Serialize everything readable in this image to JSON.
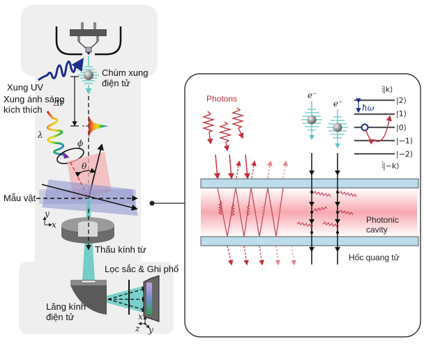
{
  "left_panel": {
    "labels": {
      "uv_pulse": "Xung UV",
      "electron_pulse_line1": "Chùm xung",
      "electron_pulse_line2": "điện tử",
      "excitation_line1": "Xung ánh sáng",
      "excitation_line2": "kích thích",
      "delta_t": "Δt",
      "lambda": "λ",
      "phi": "ϕ",
      "theta": "θ",
      "sample": "Mẫu vật",
      "axis_y": "y",
      "axis_x": "x",
      "magnetic_lens": "Thấu kính từ",
      "filter_spectrum": "Lọc sắc & Ghi phổ",
      "prism_line1": "Lăng kính",
      "prism_line2": "điện tử",
      "det_axis_x": "x",
      "det_axis_z": "z",
      "det_axis_y": "y"
    }
  },
  "right_panel": {
    "labels": {
      "photons": "Photons",
      "electron1": "e⁻",
      "electron2": "e⁻",
      "hbar_omega": "ħω",
      "cavity_line1": "Photonic",
      "cavity_line2": "cavity",
      "cavity_vi": "Hốc quang tử"
    },
    "energy_levels": [
      "|k⟩",
      "|2⟩",
      "|1⟩",
      "|0⟩",
      "|−1⟩",
      "|−2⟩",
      "|−k⟩"
    ]
  },
  "colors": {
    "electron_beam": "#5ec8c0",
    "photon": "#c0323c",
    "uv": "#1c2f8a",
    "mirror": "#bcdcec",
    "panel_bg": "#efefef",
    "sample_plane": "#7d86c8"
  }
}
